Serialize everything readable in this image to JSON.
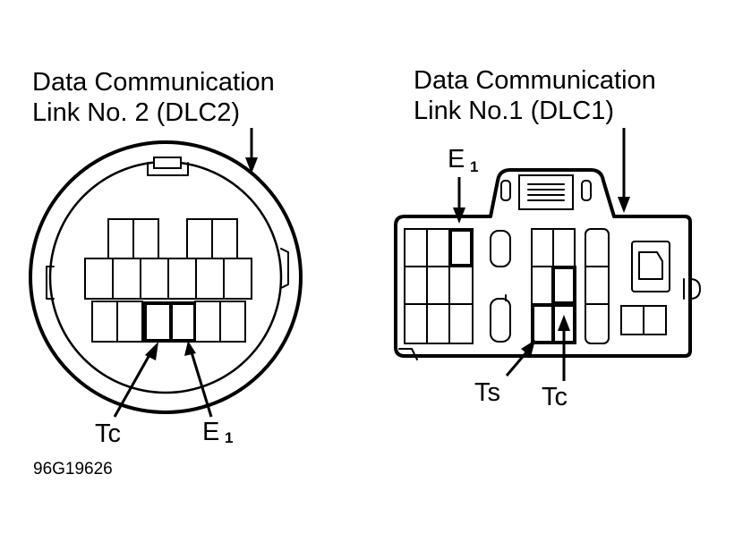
{
  "dlc2": {
    "title_line1": "Data Communication",
    "title_line2": "Link No. 2 (DLC2)",
    "pin_tc": "Tc",
    "pin_e1_main": "E",
    "pin_e1_sub": "1"
  },
  "dlc1": {
    "title_line1": "Data Communication",
    "title_line2": "Link No.1 (DLC1)",
    "pin_e1_main": "E",
    "pin_e1_sub": "1",
    "pin_ts": "Ts",
    "pin_tc": "Tc"
  },
  "figure_code": "96G19626"
}
